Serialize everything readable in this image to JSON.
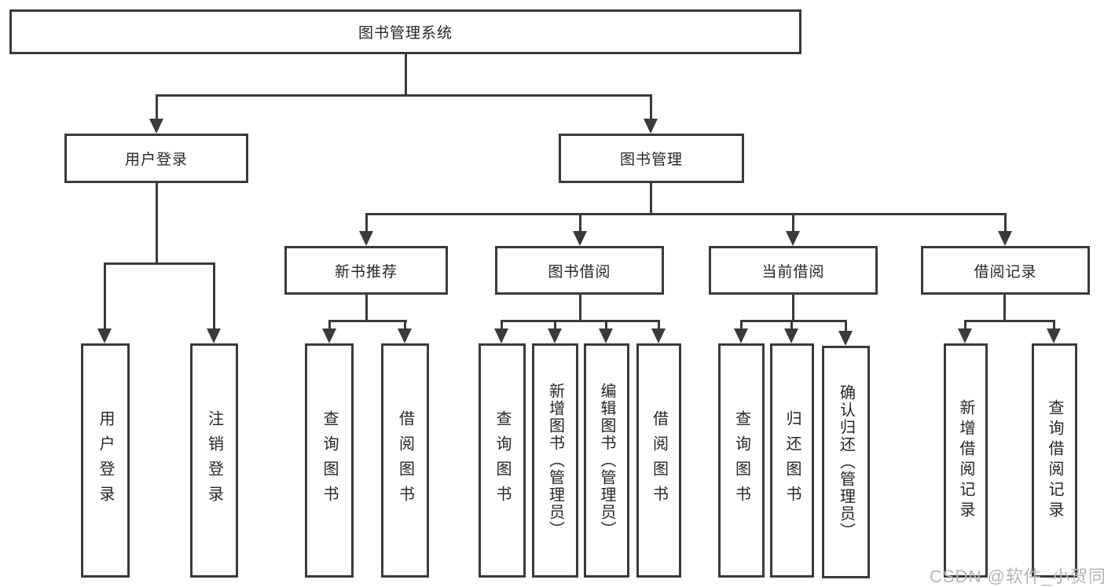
{
  "diagram": {
    "title_node": {
      "label": "图书管理系统"
    },
    "level2": [
      {
        "id": "user-login",
        "label": "用户登录"
      },
      {
        "id": "book-management",
        "label": "图书管理"
      }
    ],
    "level3": [
      {
        "id": "new-book-recommend",
        "label": "新书推荐"
      },
      {
        "id": "book-borrow",
        "label": "图书借阅"
      },
      {
        "id": "current-borrow",
        "label": "当前借阅"
      },
      {
        "id": "borrow-records",
        "label": "借阅记录"
      }
    ],
    "leaves": {
      "user_login": [
        {
          "label": "用户登录"
        },
        {
          "label": "注销登录"
        }
      ],
      "new_book_recommend": [
        {
          "label": "查询图书"
        },
        {
          "label": "借阅图书"
        }
      ],
      "book_borrow": [
        {
          "label": "查询图书"
        },
        {
          "label": "新增图书（管理员）"
        },
        {
          "label": "编辑图书（管理员）"
        },
        {
          "label": "借阅图书"
        }
      ],
      "current_borrow": [
        {
          "label": "查询图书"
        },
        {
          "label": "归还图书"
        },
        {
          "label": "确认归还（管理员）"
        }
      ],
      "borrow_records": [
        {
          "label": "新增借阅记录"
        },
        {
          "label": "查询借阅记录"
        }
      ]
    },
    "watermark": "CSDN @软件_小贺同学",
    "colors": {
      "line": "#3a3a3a",
      "text": "#262626",
      "watermark": "#b6b6b6",
      "background": "#ffffff"
    }
  }
}
